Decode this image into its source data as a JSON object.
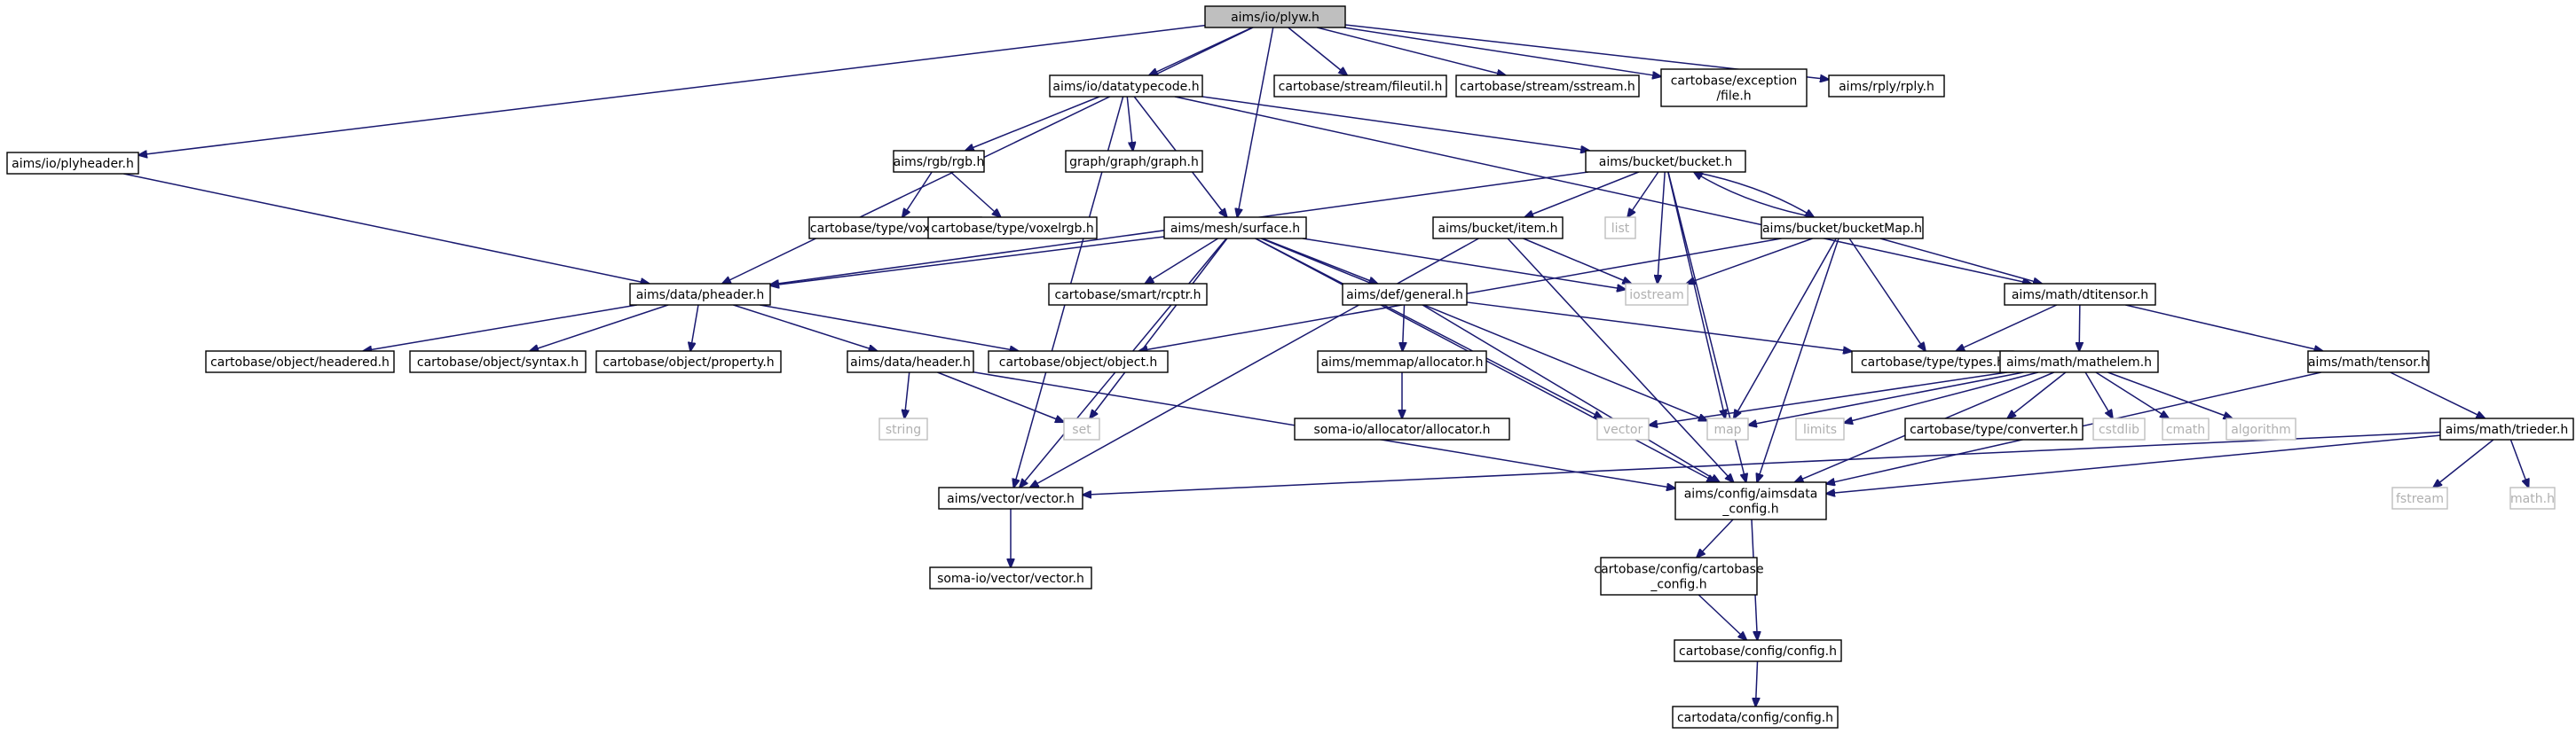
{
  "colors": {
    "edge": "#191970",
    "node_border": "#000000",
    "system_border": "#bfbfbf",
    "system_text": "#b0b0b0",
    "root_fill": "#bfbfbf",
    "fill": "#ffffff"
  },
  "nodes": [
    {
      "id": "plyw",
      "lines": [
        "aims/io/plyw.h"
      ],
      "kind": "root"
    },
    {
      "id": "plyheader",
      "lines": [
        "aims/io/plyheader.h"
      ],
      "kind": "header"
    },
    {
      "id": "datatypecode",
      "lines": [
        "aims/io/datatypecode.h"
      ],
      "kind": "header"
    },
    {
      "id": "fileutil",
      "lines": [
        "cartobase/stream/fileutil.h"
      ],
      "kind": "header"
    },
    {
      "id": "sstream",
      "lines": [
        "cartobase/stream/sstream.h"
      ],
      "kind": "header"
    },
    {
      "id": "exfile",
      "lines": [
        "cartobase/exception",
        "/file.h"
      ],
      "kind": "header"
    },
    {
      "id": "rply",
      "lines": [
        "aims/rply/rply.h"
      ],
      "kind": "header"
    },
    {
      "id": "rgb",
      "lines": [
        "aims/rgb/rgb.h"
      ],
      "kind": "header"
    },
    {
      "id": "graph",
      "lines": [
        "graph/graph/graph.h"
      ],
      "kind": "header"
    },
    {
      "id": "bucket",
      "lines": [
        "aims/bucket/bucket.h"
      ],
      "kind": "header"
    },
    {
      "id": "voxelrgba",
      "lines": [
        "cartobase/type/voxelrgba.h"
      ],
      "kind": "header"
    },
    {
      "id": "voxelrgb",
      "lines": [
        "cartobase/type/voxelrgb.h"
      ],
      "kind": "header"
    },
    {
      "id": "surface",
      "lines": [
        "aims/mesh/surface.h"
      ],
      "kind": "header"
    },
    {
      "id": "item",
      "lines": [
        "aims/bucket/item.h"
      ],
      "kind": "header"
    },
    {
      "id": "list",
      "lines": [
        "list"
      ],
      "kind": "system"
    },
    {
      "id": "bucketmap",
      "lines": [
        "aims/bucket/bucketMap.h"
      ],
      "kind": "header"
    },
    {
      "id": "pheader",
      "lines": [
        "aims/data/pheader.h"
      ],
      "kind": "header"
    },
    {
      "id": "rcptr",
      "lines": [
        "cartobase/smart/rcptr.h"
      ],
      "kind": "header"
    },
    {
      "id": "general",
      "lines": [
        "aims/def/general.h"
      ],
      "kind": "header"
    },
    {
      "id": "iostream",
      "lines": [
        "iostream"
      ],
      "kind": "system"
    },
    {
      "id": "dtitensor",
      "lines": [
        "aims/math/dtitensor.h"
      ],
      "kind": "header"
    },
    {
      "id": "headered",
      "lines": [
        "cartobase/object/headered.h"
      ],
      "kind": "header"
    },
    {
      "id": "syntax",
      "lines": [
        "cartobase/object/syntax.h"
      ],
      "kind": "header"
    },
    {
      "id": "property",
      "lines": [
        "cartobase/object/property.h"
      ],
      "kind": "header"
    },
    {
      "id": "dheader",
      "lines": [
        "aims/data/header.h"
      ],
      "kind": "header"
    },
    {
      "id": "object",
      "lines": [
        "cartobase/object/object.h"
      ],
      "kind": "header"
    },
    {
      "id": "allocator",
      "lines": [
        "aims/memmap/allocator.h"
      ],
      "kind": "header"
    },
    {
      "id": "types",
      "lines": [
        "cartobase/type/types.h"
      ],
      "kind": "header"
    },
    {
      "id": "mathelem",
      "lines": [
        "aims/math/mathelem.h"
      ],
      "kind": "header"
    },
    {
      "id": "tensor",
      "lines": [
        "aims/math/tensor.h"
      ],
      "kind": "header"
    },
    {
      "id": "string",
      "lines": [
        "string"
      ],
      "kind": "system"
    },
    {
      "id": "set",
      "lines": [
        "set"
      ],
      "kind": "system"
    },
    {
      "id": "somaalloc",
      "lines": [
        "soma-io/allocator/allocator.h"
      ],
      "kind": "header"
    },
    {
      "id": "vector",
      "lines": [
        "vector"
      ],
      "kind": "system"
    },
    {
      "id": "map",
      "lines": [
        "map"
      ],
      "kind": "system"
    },
    {
      "id": "limits",
      "lines": [
        "limits"
      ],
      "kind": "system"
    },
    {
      "id": "converter",
      "lines": [
        "cartobase/type/converter.h"
      ],
      "kind": "header"
    },
    {
      "id": "cstdlib",
      "lines": [
        "cstdlib"
      ],
      "kind": "system"
    },
    {
      "id": "cmath",
      "lines": [
        "cmath"
      ],
      "kind": "system"
    },
    {
      "id": "algorithm",
      "lines": [
        "algorithm"
      ],
      "kind": "system"
    },
    {
      "id": "trieder",
      "lines": [
        "aims/math/trieder.h"
      ],
      "kind": "header"
    },
    {
      "id": "aimsvector",
      "lines": [
        "aims/vector/vector.h"
      ],
      "kind": "header"
    },
    {
      "id": "aimsdataconfig",
      "lines": [
        "aims/config/aimsdata",
        "_config.h"
      ],
      "kind": "header"
    },
    {
      "id": "fstream",
      "lines": [
        "fstream"
      ],
      "kind": "system"
    },
    {
      "id": "mathh",
      "lines": [
        "math.h"
      ],
      "kind": "system"
    },
    {
      "id": "somavector",
      "lines": [
        "soma-io/vector/vector.h"
      ],
      "kind": "header"
    },
    {
      "id": "cartobaseconfig",
      "lines": [
        "cartobase/config/cartobase",
        "_config.h"
      ],
      "kind": "header"
    },
    {
      "id": "config",
      "lines": [
        "cartobase/config/config.h"
      ],
      "kind": "header"
    },
    {
      "id": "cartodataconfig",
      "lines": [
        "cartodata/config/config.h"
      ],
      "kind": "header"
    }
  ]
}
